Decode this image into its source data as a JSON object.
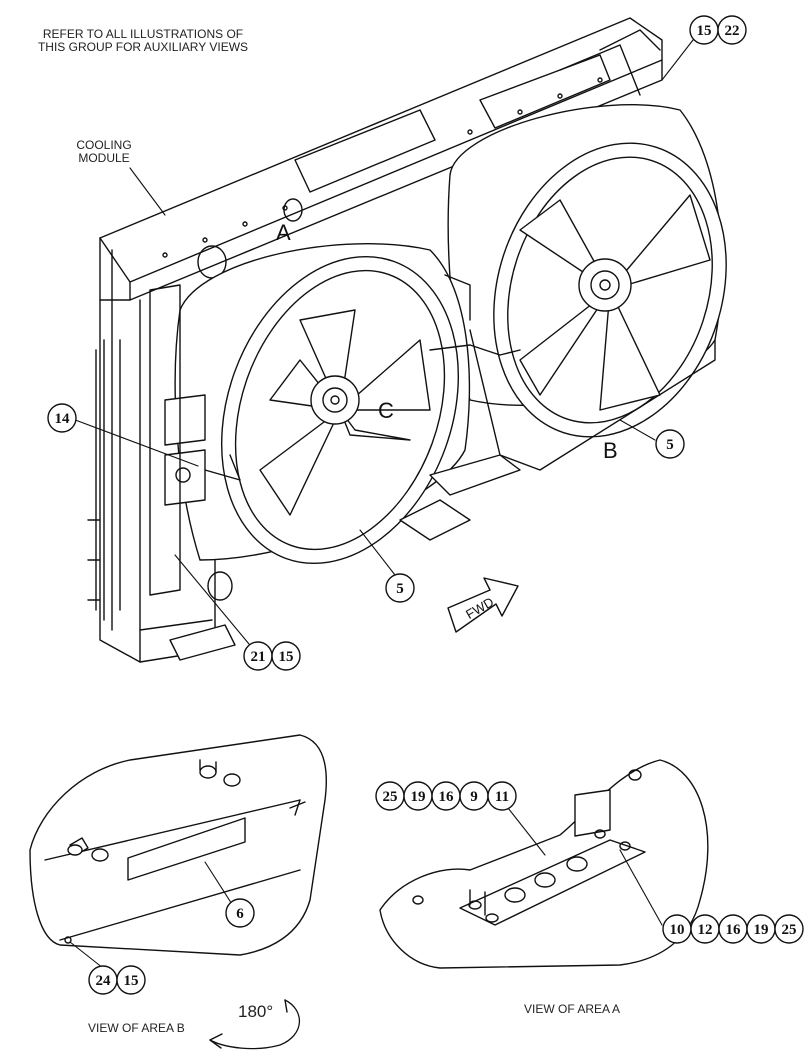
{
  "notes": {
    "refer_line1": "REFER TO ALL ILLUSTRATIONS OF",
    "refer_line2": "THIS GROUP FOR AUXILIARY VIEWS",
    "cooling_line1": "COOLING",
    "cooling_line2": "MODULE",
    "view_area_a": "VIEW OF AREA A",
    "view_area_b": "VIEW OF AREA B",
    "rotation": "180°",
    "fwd": "FWD"
  },
  "area_letters": {
    "a": "A",
    "b": "B",
    "c": "C"
  },
  "callouts": {
    "top_right": [
      "15",
      "22"
    ],
    "left_bracket": "14",
    "fan_b": "5",
    "fan_c": "5",
    "lower_left": [
      "21",
      "15"
    ],
    "view_b_bar": "6",
    "view_b_bottom": [
      "24",
      "15"
    ],
    "view_a_top": [
      "25",
      "19",
      "16",
      "9",
      "11"
    ],
    "view_a_right": [
      "10",
      "12",
      "16",
      "19",
      "25"
    ]
  }
}
